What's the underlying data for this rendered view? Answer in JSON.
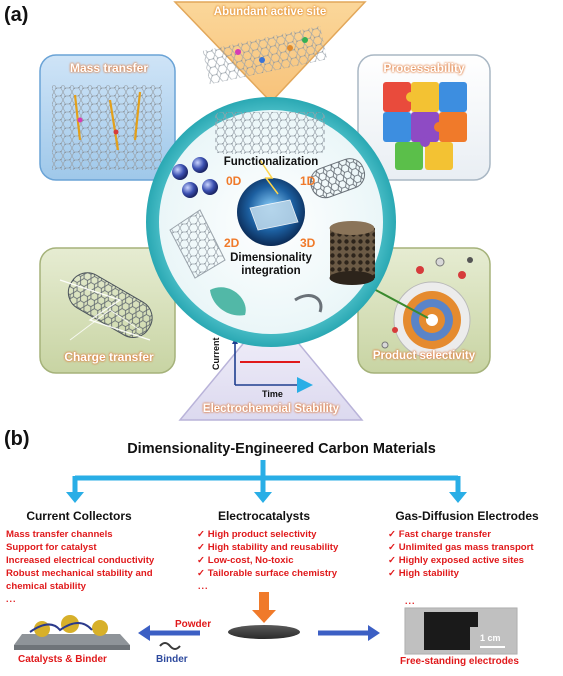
{
  "panel_a": {
    "label": "(a)",
    "top_feature": "Abundant active site",
    "left_top_feature": "Mass transfer",
    "right_top_feature": "Processability",
    "left_bottom_feature": "Charge transfer",
    "right_bottom_feature": "Product selectivity",
    "bottom_feature": "Electrochemcial Stability",
    "center_top_text": "Functionalization",
    "center_bottom_text_line1": "Dimensionality",
    "center_bottom_text_line2": "integration",
    "dim_0d": "0D",
    "dim_1d": "1D",
    "dim_2d": "2D",
    "dim_3d": "3D",
    "stability_plot": {
      "ylabel": "Current",
      "xlabel": "Time"
    }
  },
  "panel_b": {
    "label": "(b)",
    "title": "Dimensionality-Engineered Carbon Materials",
    "columns": [
      {
        "heading": "Current Collectors",
        "items": [
          "Mass transfer channels",
          "Support for catalyst",
          "Increased electrical conductivity",
          "Robust mechanical stability and",
          "chemical stability"
        ],
        "more": "...",
        "caption": "Catalysts & Binder"
      },
      {
        "heading": "Electrocatalysts",
        "items": [
          "High product selectivity",
          "High stability and reusability",
          "Low-cost, No-toxic",
          "Tailorable surface chemistry"
        ],
        "more": "..."
      },
      {
        "heading": "Gas-Diffusion Electrodes",
        "items": [
          "Fast charge transfer",
          "Unlimited gas mass transport",
          "Highly exposed active sites",
          "High stability"
        ],
        "more": "...",
        "caption": "Free-standing electrodes",
        "scale_bar": "1 cm"
      }
    ],
    "arrow_labels": {
      "powder": "Powder",
      "binder": "Binder"
    }
  },
  "colors": {
    "arrow_blue": "#29aee6",
    "text_red": "#e0191b",
    "ring_teal": "#35b6bf",
    "label_orange": "#f3a86b"
  }
}
